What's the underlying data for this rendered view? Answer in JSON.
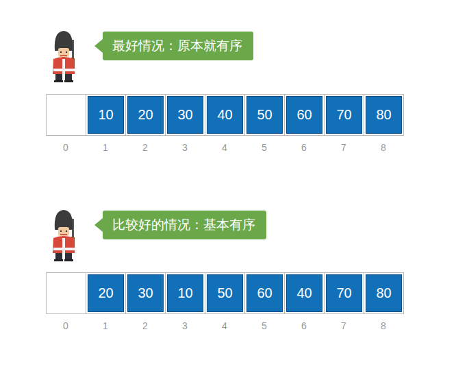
{
  "diagram": {
    "nodes": [
      {
        "text": [
          "最好情况：原本就有序"
        ]
      },
      {
        "text": [
          "10"
        ]
      },
      {
        "text": [
          "20"
        ]
      },
      {
        "text": [
          "30"
        ]
      },
      {
        "text": [
          "40"
        ]
      },
      {
        "text": [
          "50"
        ]
      },
      {
        "text": [
          "60"
        ]
      },
      {
        "text": [
          "70"
        ]
      },
      {
        "text": [
          "80"
        ]
      },
      {
        "text": [
          "比较好的情况：基本有序"
        ]
      },
      {
        "text": [
          "20"
        ]
      },
      {
        "text": [
          "30"
        ]
      },
      {
        "text": [
          "10"
        ]
      },
      {
        "text": [
          "50"
        ]
      },
      {
        "text": [
          "60"
        ]
      },
      {
        "text": [
          "40"
        ]
      },
      {
        "text": [
          "70"
        ]
      },
      {
        "text": [
          "80"
        ]
      }
    ],
    "labels": [
      "0",
      "1",
      "2",
      "3",
      "4",
      "5",
      "6",
      "7",
      "8",
      "0",
      "1",
      "2",
      "3",
      "4",
      "5",
      "6",
      "7",
      "8"
    ]
  }
}
